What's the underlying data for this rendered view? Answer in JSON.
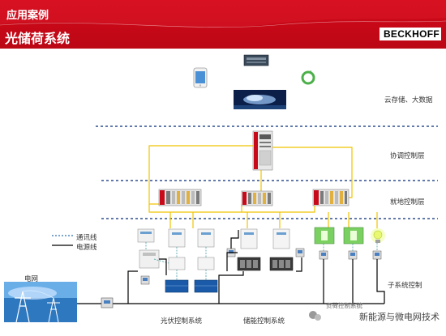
{
  "header": {
    "title": "应用案例",
    "subtitle": "光储荷系统",
    "brand": "BECKHOFF"
  },
  "layers": {
    "cloud": "云存储、大数据",
    "coordination": "协调控制层",
    "local": "就地控制层",
    "subsystem": "子系统控制"
  },
  "legend": {
    "comm_line": "通讯线",
    "power_line": "电源线"
  },
  "grid_label": "电网",
  "bottom_labels": {
    "pv": "光伏控制系统",
    "storage": "储能控制系统",
    "load": "负荷控制系统"
  },
  "watermark": "新能源与微电网技术",
  "colors": {
    "header_red": "#c8091a",
    "comm_line": "#f0c400",
    "power_line": "#000000",
    "dashed_blue": "#2f4f8f",
    "teal": "#4aa0a8"
  }
}
